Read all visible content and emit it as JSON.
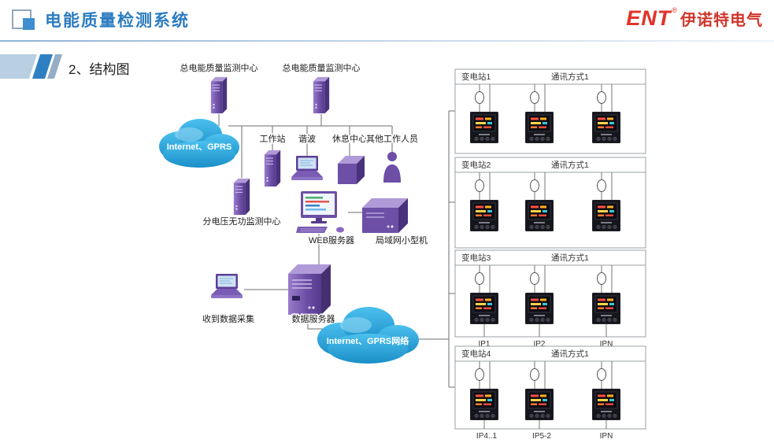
{
  "header": {
    "title": "电能质量检测系统",
    "logo_text": "ENT",
    "logo_reg": "®",
    "logo_company": "伊诺特电气"
  },
  "section": {
    "label": "2、结构图"
  },
  "diagram": {
    "labels": {
      "monitor_center_1": "总电能质量监测中心",
      "monitor_center_2": "总电能质量监测中心",
      "cloud_top": "Internet、GPRS",
      "workstation": "工作站",
      "harmonic": "谐波",
      "rest_center": "休息中心",
      "other_staff": "其他工作人员",
      "sub_voltage_center": "分电压无功监测中心",
      "web_server": "WEB服务器",
      "lan_mini": "局域网小型机",
      "data_collect": "收到数据采集",
      "data_server": "数据服务器",
      "cloud_bottom": "Internet、GPRS网络"
    },
    "substations": [
      {
        "name": "变电站1",
        "comm": "通讯方式1",
        "ips": []
      },
      {
        "name": "变电站2",
        "comm": "通讯方式1",
        "ips": []
      },
      {
        "name": "变电站3",
        "comm": "通讯方式1",
        "ips": [
          "IP1",
          "IP2",
          "IPN"
        ]
      },
      {
        "name": "变电站4",
        "comm": "通讯方式1",
        "ips": [
          "IP4..1",
          "IP5-2",
          "IPN"
        ]
      }
    ],
    "colors": {
      "accent_blue": "#2b7bc0",
      "device_purple": "#6d4fa6",
      "cloud_blue": "#2aa3dc",
      "logo_red": "#e0342b"
    }
  }
}
